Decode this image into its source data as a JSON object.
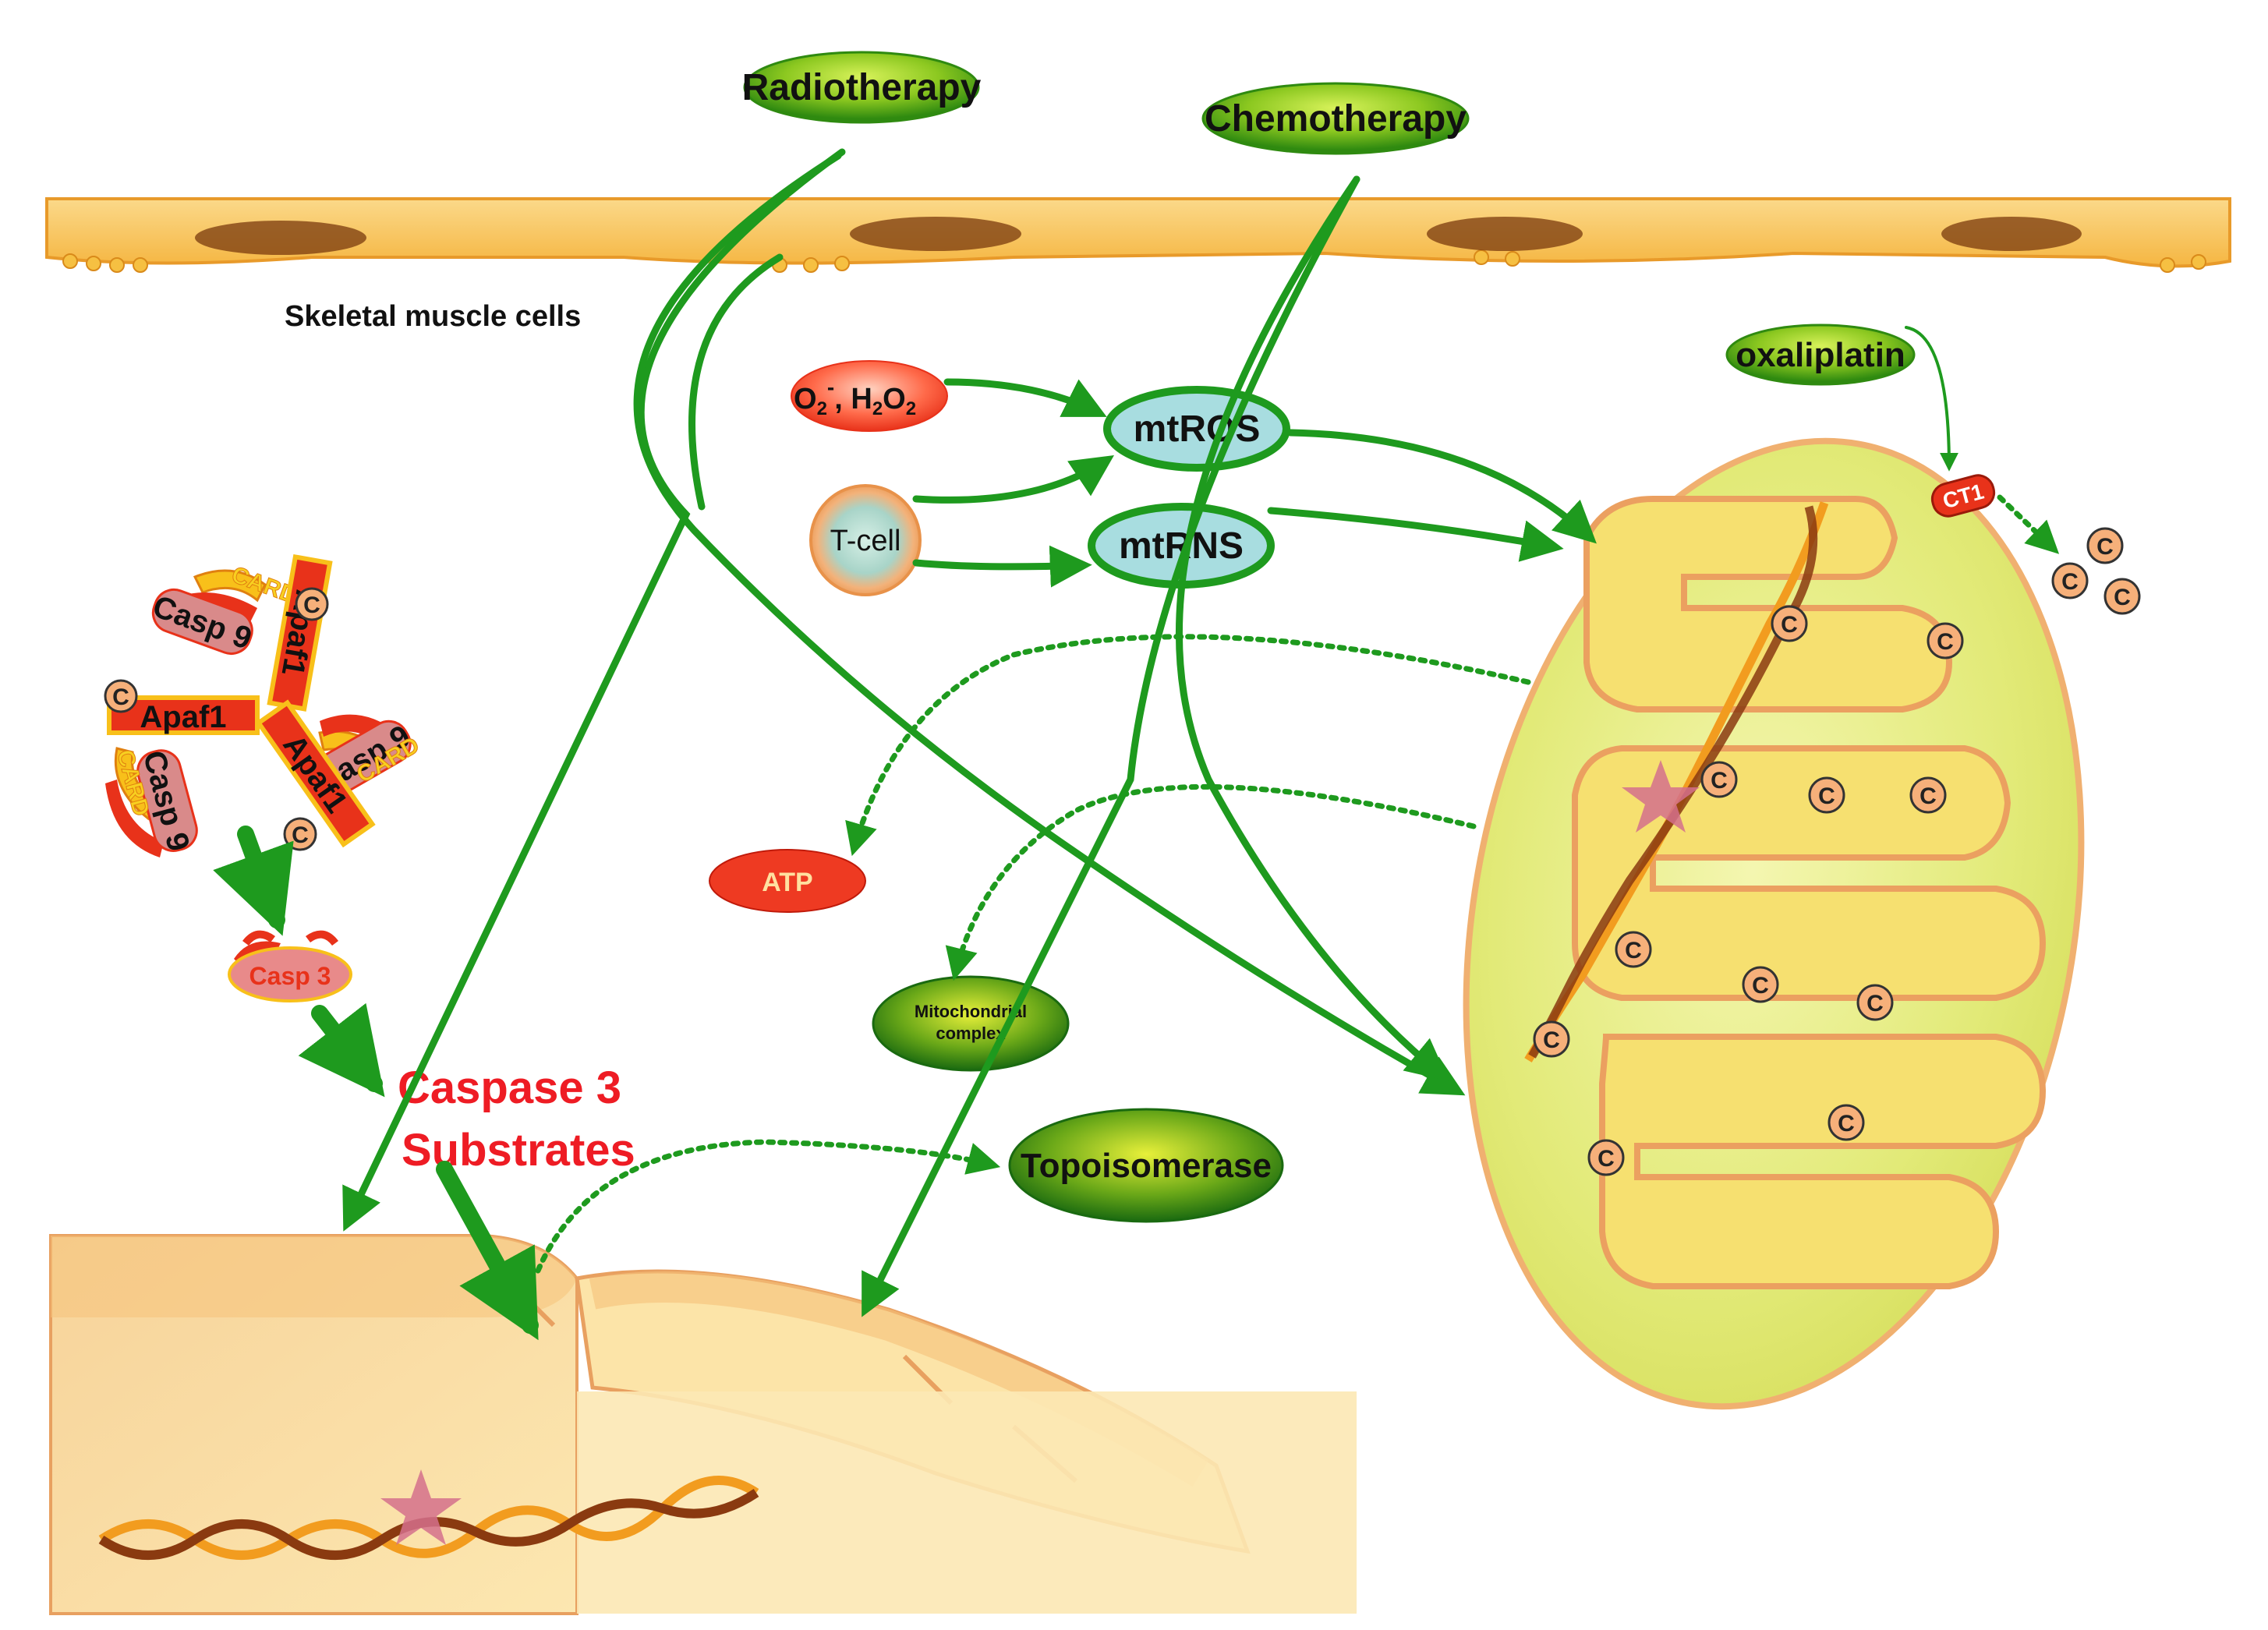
{
  "labels": {
    "radiotherapy": "Radiotherapy",
    "chemotherapy": "Chemotherapy",
    "skeletal_muscle_cells": "Skeletal muscle cells",
    "oxaliplatin": "oxaliplatin",
    "ros_source_o2": "O",
    "ros_source_sub2": "2",
    "ros_source_sup": "-",
    "ros_source_h2o2": ", H",
    "ros_source_sub2b": "2",
    "ros_source_o": "O",
    "ros_source_sub2c": "2",
    "mtros": "mtROS",
    "mtrns": "mtRNS",
    "tcell": "T-cell",
    "ct1": "CT1",
    "cyt_c": "C",
    "atp": "ATP",
    "mito_complex_line1": "Mitochondrial",
    "mito_complex_line2": "complex",
    "topoisomerase": "Topoisomerase",
    "caspase3_line1": "Caspase 3",
    "caspase3_line2": "Substrates",
    "casp9": "Casp 9",
    "apaf1": "Apaf1",
    "card": "CARD",
    "casp3": "Casp 3"
  },
  "colors": {
    "arrow_green": "#1e9a1e",
    "membrane_orange": "#f5b642",
    "membrane_edge": "#e89a2a",
    "mito_fill": "#e6ec8a",
    "mito_edge": "#f0b070",
    "red_text": "#ee1c24",
    "oval_green": "#7ec21e",
    "light_blue": "#a8dde0"
  }
}
